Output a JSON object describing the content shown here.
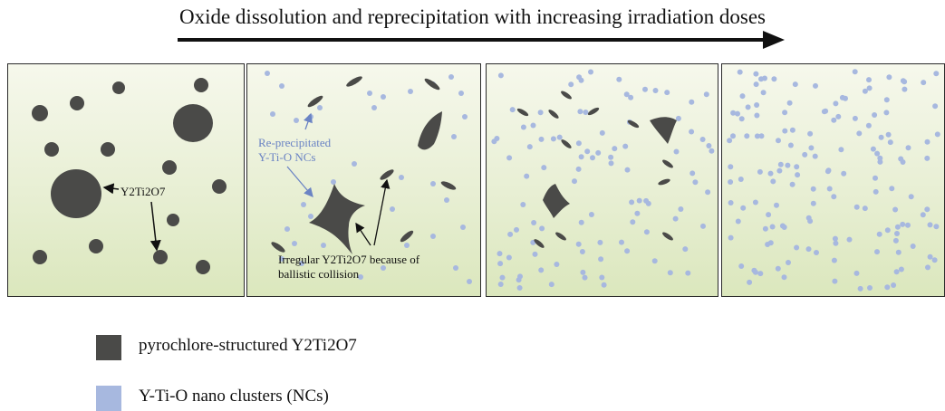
{
  "title": "Oxide dissolution and reprecipitation with increasing irradiation doses",
  "colors": {
    "oxide": "#4a4a48",
    "cluster": "#a7b8df",
    "annotation_blue": "#6b84c4"
  },
  "panel1": {
    "label": "Y2Ti2O7"
  },
  "panel2": {
    "label_reprecipitated_line1": "Re-precipitated",
    "label_reprecipitated_line2": "Y-Ti-O NCs",
    "label_irregular_line1": "Irregular Y2Ti2O7 because of",
    "label_irregular_line2": "ballistic collision"
  },
  "legend": [
    {
      "label": "pyrochlore-structured Y2Ti2O7",
      "color": "#4a4a48"
    },
    {
      "label": "Y-Ti-O nano clusters (NCs)",
      "color": "#a7b8df"
    }
  ]
}
